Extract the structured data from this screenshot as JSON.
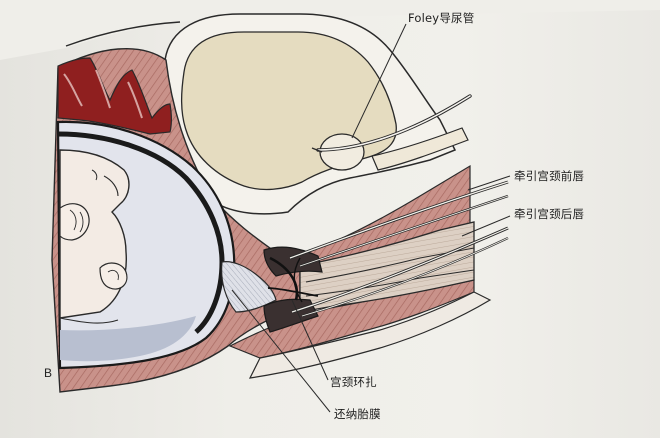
{
  "figure": {
    "panel_letter": "B",
    "labels": {
      "foley": "Foley导尿管",
      "anterior_lip": "牵引宫颈前唇",
      "posterior_lip": "牵引宫颈后唇",
      "cerclage": "宫颈环扎",
      "membranes": "还纳胎膜"
    }
  },
  "colors": {
    "bladder": "#e5dcc0",
    "muscle": "#c9928a",
    "muscle_dark": "#a86a62",
    "uterus_cavity": "#e2e4ec",
    "amniotic": "#cfd3de",
    "fetus": "#f3ebe4",
    "vagina": "#d9ccc0",
    "outline": "#2a2a2a"
  }
}
